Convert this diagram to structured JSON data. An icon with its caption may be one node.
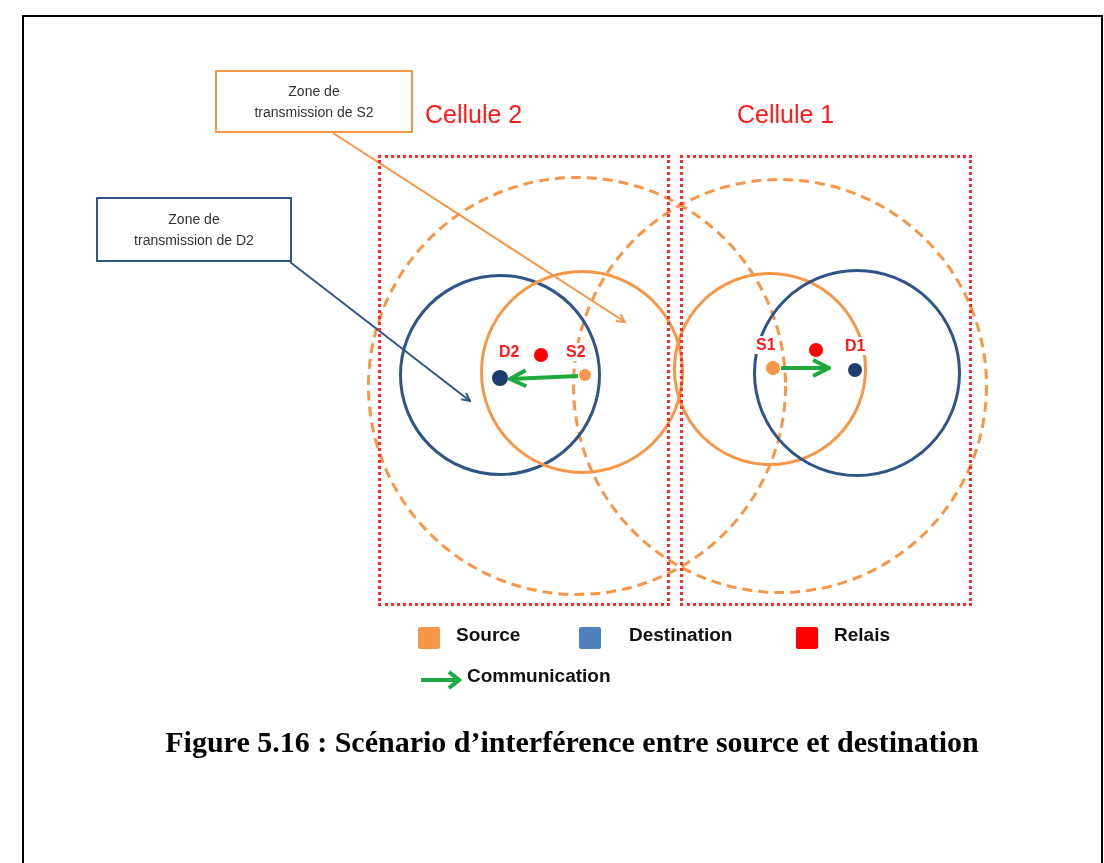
{
  "diagram": {
    "caption": "Figure 5.16 : Scénario d’interférence entre source et destination",
    "nodes": [
      {
        "text": [
          "Zone de transmission de S2"
        ]
      },
      {
        "text": [
          "Zone de transmission de D2"
        ]
      },
      {
        "text": [
          "Cellule 2"
        ]
      },
      {
        "text": [
          "Cellule 1"
        ]
      },
      {
        "text": [],
        "shape": "circle",
        "in": 2,
        "beside": [
          "D2"
        ]
      },
      {
        "text": [],
        "shape": "circle",
        "in": 2
      },
      {
        "text": [],
        "shape": "circle",
        "in": 2,
        "beside": [
          "S2"
        ]
      },
      {
        "text": [],
        "shape": "circle",
        "in": 3,
        "beside": [
          "S1"
        ]
      },
      {
        "text": [],
        "shape": "circle",
        "in": 3
      },
      {
        "text": [],
        "shape": "circle",
        "in": 3,
        "beside": [
          "D1"
        ]
      }
    ],
    "edges": [
      {
        "from": 0,
        "to": null,
        "arrow": "to",
        "color": "#f79646"
      },
      {
        "from": 1,
        "to": 4,
        "arrow": "to",
        "color": "#2f5587"
      },
      {
        "from": 6,
        "to": 4,
        "arrow": "to",
        "style": "thick",
        "color": "#1fa83e"
      },
      {
        "from": 7,
        "to": 9,
        "arrow": "to",
        "style": "thick",
        "color": "#1fa83e"
      }
    ],
    "legend": [
      {
        "text": "Source",
        "color": "#f79646"
      },
      {
        "text": "Destination",
        "color": "#4f81bd"
      },
      {
        "text": "Relais",
        "color": "#ff0000"
      },
      {
        "text": "Communication"
      }
    ]
  }
}
